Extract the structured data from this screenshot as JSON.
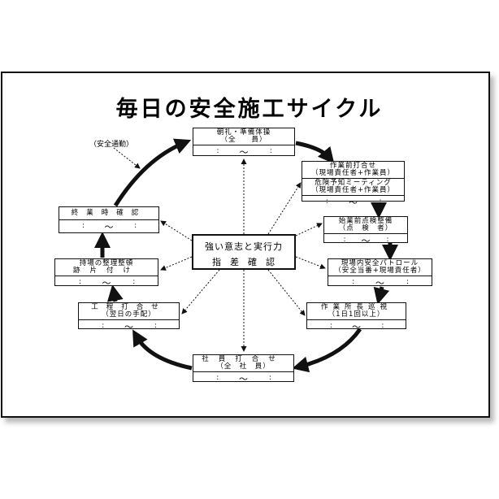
{
  "title": "毎日の安全施工サイクル",
  "center": {
    "line1": "強い意志と実行力",
    "line2": "指差確認"
  },
  "note": "（安全通勤）",
  "time_row": {
    "colon1": ":",
    "tilde": "〜",
    "colon2": ":"
  },
  "steps": [
    {
      "line1": "朝礼・準備体操",
      "line2": "（全　　員）"
    },
    {
      "line1": "作業前打合せ",
      "line2": "（現場責任者+作業員）",
      "line3": "危険予知ミーティング",
      "line4": "（現場責任者+作業員）"
    },
    {
      "line1": "始業前点検整備",
      "line2": "（点　検　者）"
    },
    {
      "line1": "現場内安全パトロール",
      "line2": "（安全当番+現場責任者）"
    },
    {
      "line1": "作業所長巡視",
      "line2": "（1日1回以上）"
    },
    {
      "line1": "社員打合せ",
      "line2": "（全　社　員）"
    },
    {
      "line1": "工程打合せ",
      "line2": "（翌日の手配）"
    },
    {
      "line1": "持場の整理整頓",
      "line2": "跡片付け"
    },
    {
      "line1": "終業時確認"
    }
  ],
  "colors": {
    "line": "#111111",
    "background": "#ffffff"
  }
}
